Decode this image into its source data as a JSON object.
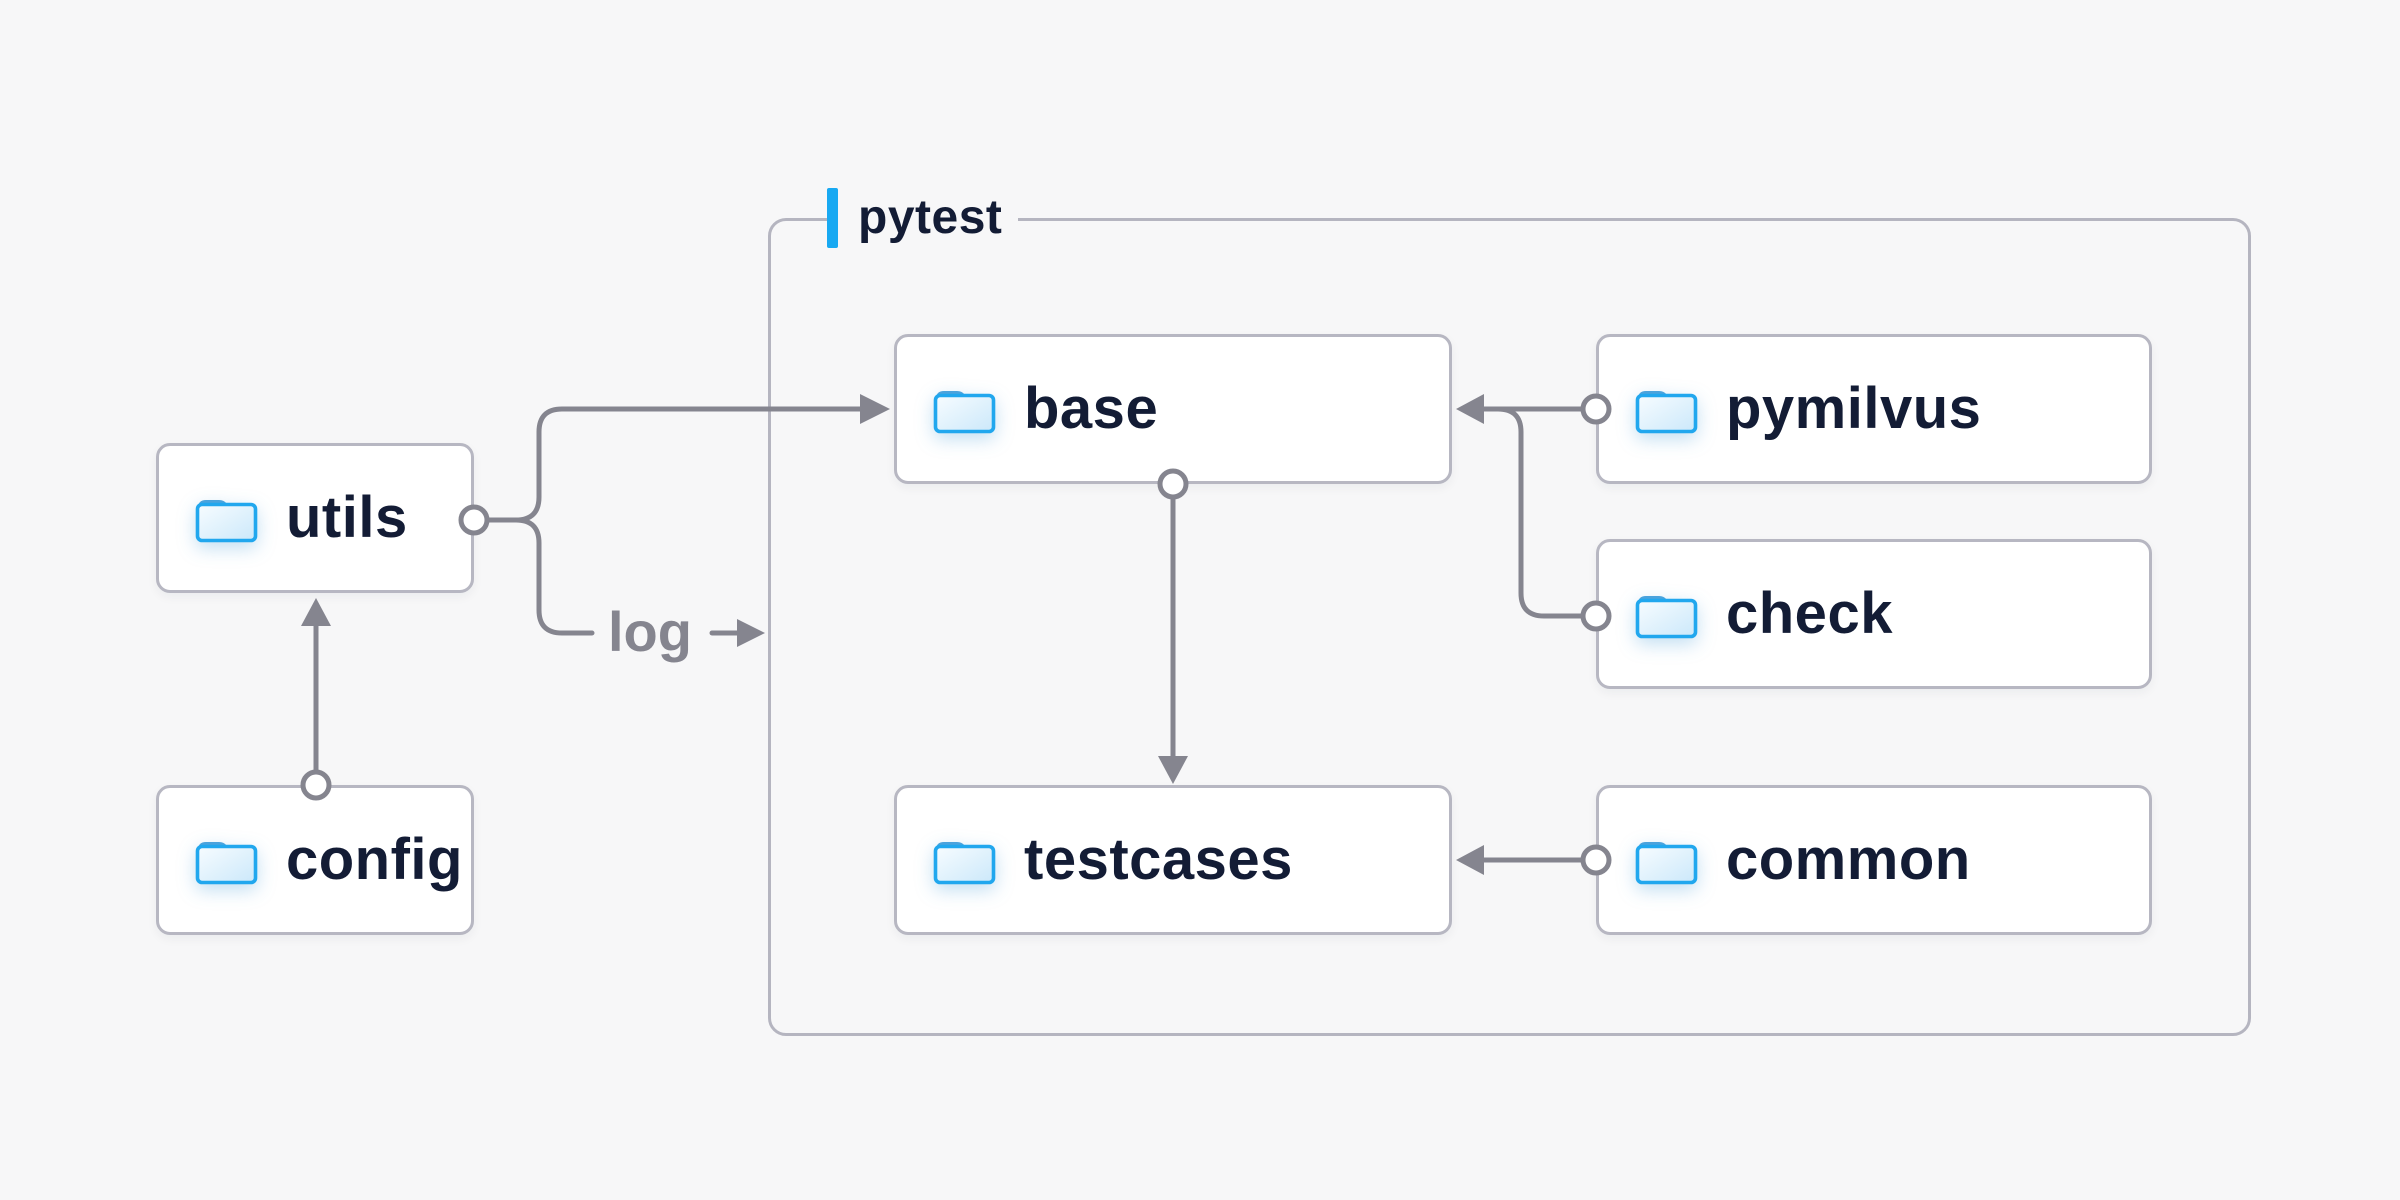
{
  "page": {
    "background": "#f7f7f8"
  },
  "container": {
    "label": "pytest"
  },
  "nodes": {
    "utils": {
      "label": "utils",
      "icon": "folder-icon"
    },
    "config": {
      "label": "config",
      "icon": "folder-icon"
    },
    "base": {
      "label": "base",
      "icon": "folder-icon"
    },
    "testcases": {
      "label": "testcases",
      "icon": "folder-icon"
    },
    "pymilvus": {
      "label": "pymilvus",
      "icon": "folder-icon"
    },
    "check": {
      "label": "check",
      "icon": "folder-icon"
    },
    "common": {
      "label": "common",
      "icon": "folder-icon"
    }
  },
  "edges": [
    {
      "from": "config",
      "to": "utils",
      "style": "arrow"
    },
    {
      "from": "utils",
      "to": "base",
      "style": "arrow"
    },
    {
      "from": "utils",
      "to": "pytest",
      "style": "arrow",
      "label": "log"
    },
    {
      "from": "pymilvus",
      "to": "base",
      "style": "arrow"
    },
    {
      "from": "check",
      "to": "base",
      "style": "arrow"
    },
    {
      "from": "base",
      "to": "testcases",
      "style": "arrow"
    },
    {
      "from": "common",
      "to": "testcases",
      "style": "arrow"
    }
  ],
  "edge_labels": {
    "log": "log"
  },
  "colors": {
    "connector": "#85858f",
    "node_border": "#b7b7c2",
    "container_border": "#b5b5c0",
    "node_text": "#131c35",
    "accent_blue": "#18a9f2",
    "folder_stroke": "#21a7ee"
  }
}
